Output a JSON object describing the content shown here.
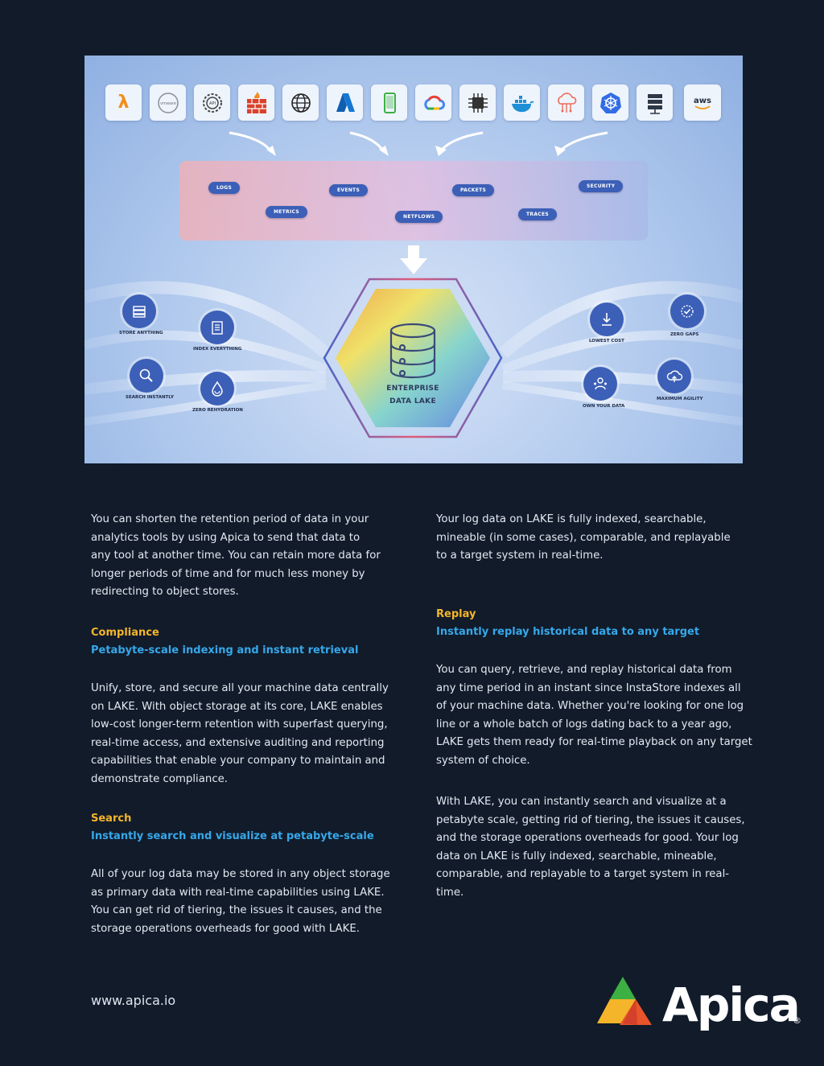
{
  "diagram": {
    "sources": [
      {
        "name": "lambda-icon",
        "glyph": "λ",
        "color": "#f28c1b"
      },
      {
        "name": "vmware-icon",
        "glyph": "vmware",
        "color": "#6b7280"
      },
      {
        "name": "api-gear-icon",
        "glyph": "API",
        "color": "#555"
      },
      {
        "name": "firewall-icon",
        "glyph": "",
        "color": "#d9412c"
      },
      {
        "name": "globe-icon",
        "glyph": "",
        "color": "#222"
      },
      {
        "name": "azure-icon",
        "glyph": "",
        "color": "#1477d4"
      },
      {
        "name": "mobile-icon",
        "glyph": "",
        "color": "#3cb043"
      },
      {
        "name": "google-cloud-icon",
        "glyph": "",
        "color": "#ea4335"
      },
      {
        "name": "chip-icon",
        "glyph": "",
        "color": "#333"
      },
      {
        "name": "docker-icon",
        "glyph": "",
        "color": "#1d8fd6"
      },
      {
        "name": "cloud-network-icon",
        "glyph": "",
        "color": "#ef6a5a"
      },
      {
        "name": "kubernetes-icon",
        "glyph": "",
        "color": "#326ce5"
      },
      {
        "name": "server-stack-icon",
        "glyph": "",
        "color": "#2d3748"
      },
      {
        "name": "aws-icon",
        "glyph": "aws",
        "color": "#232f3e"
      }
    ],
    "data_types": [
      "LOGS",
      "EVENTS",
      "PACKETS",
      "SECURITY",
      "METRICS",
      "NETFLOWS",
      "TRACES"
    ],
    "center_label_line1": "ENTERPRISE",
    "center_label_line2": "DATA LAKE",
    "features": {
      "store_anything": "STORE ANYTHING",
      "index_everything": "INDEX EVERYTHING",
      "search_instantly": "SEARCH INSTANTLY",
      "zero_rehydration": "ZERO REHYDRATION",
      "lowest_cost": "LOWEST COST",
      "zero_gaps": "ZERO GAPS",
      "own_your_data": "OWN YOUR DATA",
      "maximum_agility": "MAXIMUM AGILITY"
    }
  },
  "left": {
    "intro": "You can shorten the retention period of data in your analytics tools by using Apica to send that data to any tool at another time. You can retain more data for longer periods of time and for much less money by redirecting to object stores.",
    "compliance": {
      "kicker": "Compliance",
      "title": "Petabyte-scale indexing and instant retrieval",
      "body": "Unify, store, and secure all your machine data centrally on LAKE. With object storage at its core, LAKE enables low-cost longer-term retention with superfast querying, real-time access, and extensive auditing and reporting capabilities that enable your company to maintain and demonstrate compliance."
    },
    "search": {
      "kicker": "Search",
      "title": "Instantly search and visualize at petabyte-scale",
      "body": "All of your log data may be stored in any object storage as primary data with real-time capabilities using LAKE. You can get rid of tiering, the issues it causes, and the storage operations overheads for good with LAKE."
    }
  },
  "right": {
    "intro": "Your log data on LAKE is fully indexed, searchable, mineable (in some cases), comparable, and replayable to a target system in real-time.",
    "replay": {
      "kicker": "Replay",
      "title": "Instantly replay historical data to any target",
      "body": "You can query, retrieve, and replay historical data from any time period in an instant since InstaStore indexes all of your machine data. Whether you're looking for one log line or a whole batch of logs dating back to a year ago, LAKE gets them ready for real-time playback on any target system of choice."
    },
    "closing": "With LAKE, you can instantly search and visualize at a petabyte scale, getting rid of tiering, the issues it causes, and the storage operations overheads for good. Your log data on LAKE is fully indexed, searchable, mineable, comparable, and replayable to a target system in real-time."
  },
  "footer": {
    "url": "www.apica.io",
    "brand": "Apica",
    "reg": "®"
  },
  "colors": {
    "background": "#111b2a",
    "kicker": "#f5b52a",
    "subhead": "#36a8ea",
    "pill": "#3c5fb7"
  }
}
